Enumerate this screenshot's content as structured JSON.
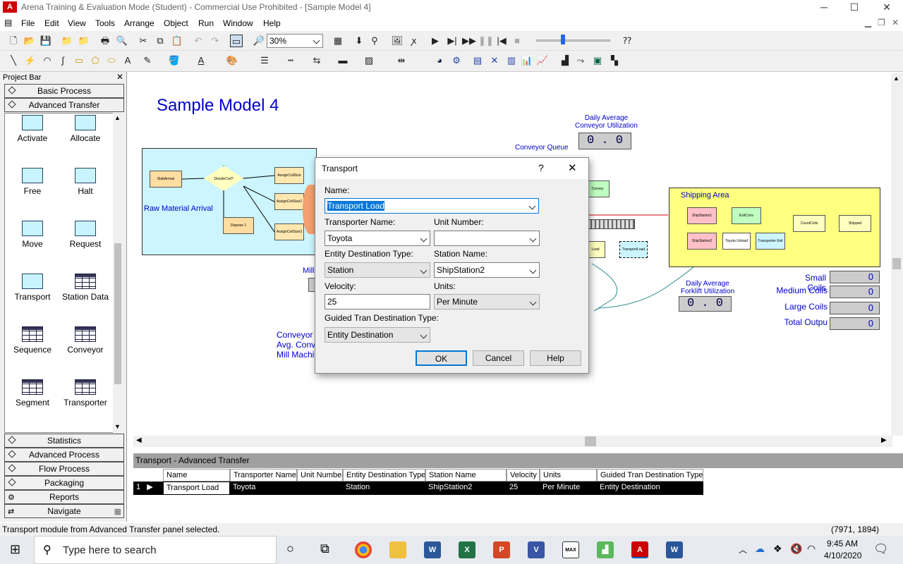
{
  "window": {
    "title": "Arena Training & Evaluation Mode (Student) - Commercial Use Prohibited - [Sample Model 4]",
    "logo_text": "A"
  },
  "menu": [
    "File",
    "Edit",
    "View",
    "Tools",
    "Arrange",
    "Object",
    "Run",
    "Window",
    "Help"
  ],
  "toolbar": {
    "zoom": "30%"
  },
  "project_bar": {
    "title": "Project Bar",
    "top_tabs": [
      "Basic Process",
      "Advanced Transfer"
    ],
    "modules": [
      "Activate",
      "Allocate",
      "Free",
      "Halt",
      "Move",
      "Request",
      "Transport",
      "Station Data",
      "Sequence",
      "Conveyor",
      "Segment",
      "Transporter"
    ],
    "bottom_tabs": [
      "Statistics",
      "Advanced Process",
      "Flow Process",
      "Packaging",
      "Reports",
      "Navigate"
    ]
  },
  "canvas": {
    "model_title": "Sample Model 4",
    "raw_material_label": "Raw Material Arrival",
    "nodes": {
      "slab": "SlabArrival",
      "decide": "DecideCoil?",
      "assign1": "AssignCoilSize",
      "assign2": "AssignCoilSize2",
      "assign3": "AssignCoilSize3",
      "dispose": "Dispose 1",
      "convey": "Convey",
      "load": "Load",
      "tload": "TransportLoad",
      "ship1": "ShipStation1",
      "exitconv": "ExitConv",
      "countcoils": "CountCoils",
      "shipped": "Shipped",
      "ship2": "ShipStation2",
      "toyunload": "Toyota Unload",
      "texit": "Transporter Exit"
    },
    "conveyor_util_label": "Daily Average\nConveyor Utilization",
    "conveyor_util_value": "0 . 0",
    "conveyor_queue_label": "Conveyor Queue",
    "shipping_area_label": "Shipping Area",
    "forklift_util_label": "Daily Average\nForklift Utilization",
    "forklift_util_value": "0 . 0",
    "mill_label": "Mill",
    "bottom_labels": [
      "Conveyor",
      "Avg. Conv",
      "Mill Machin"
    ],
    "coil_counts": [
      {
        "label": "Small Coils",
        "value": "0"
      },
      {
        "label": "Medium Coils",
        "value": "0"
      },
      {
        "label": "Large Coils",
        "value": "0"
      },
      {
        "label": "Total Outpu",
        "value": "0"
      }
    ]
  },
  "dialog": {
    "title": "Transport",
    "help_glyph": "?",
    "close_glyph": "✕",
    "name_label": "Name:",
    "name_value": "Transport Load",
    "transporter_name_label": "Transporter Name:",
    "transporter_name_value": "Toyota",
    "unit_number_label": "Unit Number:",
    "unit_number_value": "",
    "entity_dest_label": "Entity Destination Type:",
    "entity_dest_value": "Station",
    "station_name_label": "Station Name:",
    "station_name_value": "ShipStation2",
    "velocity_label": "Velocity:",
    "velocity_value": "25",
    "units_label": "Units:",
    "units_value": "Per Minute",
    "guided_label": "Guided Tran Destination Type:",
    "guided_value": "Entity Destination",
    "ok": "OK",
    "cancel": "Cancel",
    "help": "Help"
  },
  "spreadsheet": {
    "header": "Transport - Advanced Transfer",
    "columns": [
      "Name",
      "Transporter Name",
      "Unit Number",
      "Entity Destination Type",
      "Station Name",
      "Velocity",
      "Units",
      "Guided Tran Destination Type"
    ],
    "row_num": "1",
    "row": [
      "Transport Load",
      "Toyota",
      "",
      "Station",
      "ShipStation2",
      "25",
      "Per Minute",
      "Entity Destination"
    ]
  },
  "status": {
    "message": "Transport module from Advanced Transfer panel selected.",
    "coords": "(7971, 1894)"
  },
  "taskbar": {
    "search_placeholder": "Type here to search",
    "time": "9:45 AM",
    "date": "4/10/2020"
  }
}
